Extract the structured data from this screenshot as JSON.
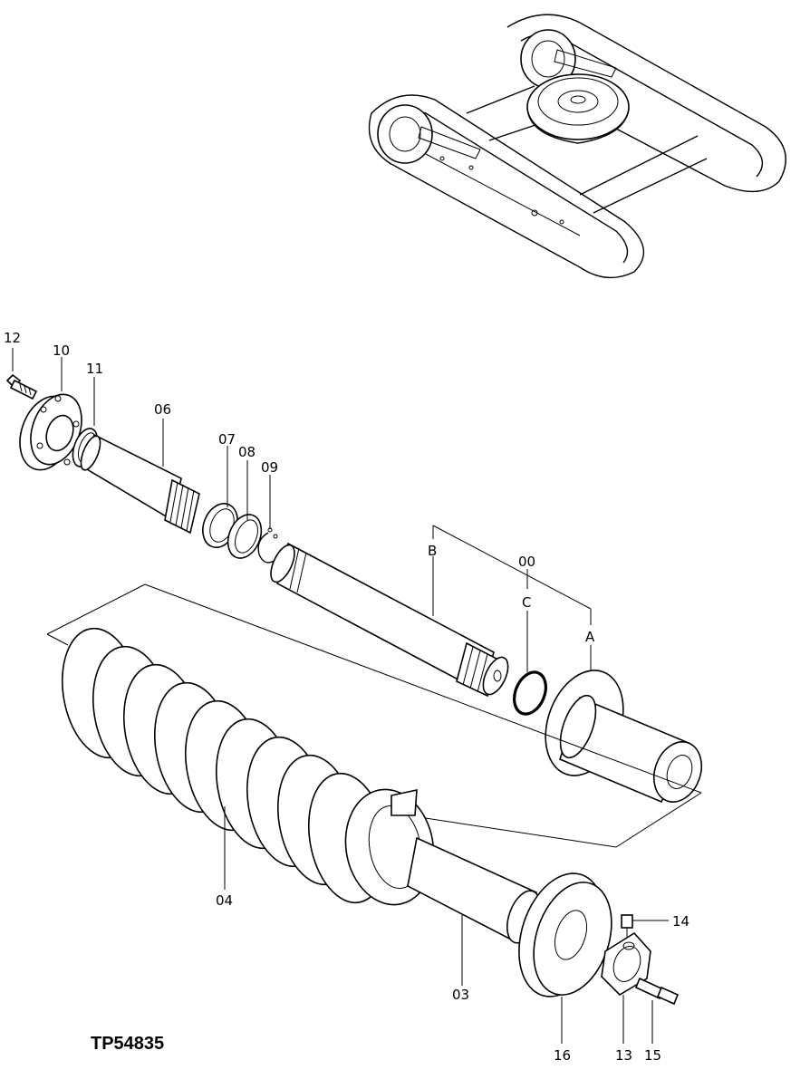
{
  "drawing_number": "TP54835",
  "callouts": {
    "c12": "12",
    "c10": "10",
    "c11": "11",
    "c06": "06",
    "c07": "07",
    "c08": "08",
    "c09": "09",
    "c00": "00",
    "cB": "B",
    "cC": "C",
    "cA": "A",
    "c04": "04",
    "c03": "03",
    "c14": "14",
    "c16": "16",
    "c13": "13",
    "c15": "15"
  }
}
